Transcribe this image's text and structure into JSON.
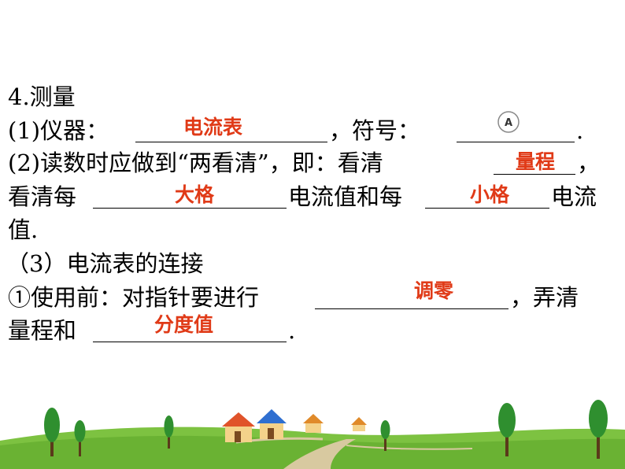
{
  "heading": "4.测量",
  "q1": {
    "prefix": "(1)仪器：",
    "middle": "，符号：",
    "end": ".",
    "answer": "电流表",
    "symbol": "A"
  },
  "q2": {
    "line1_prefix": "(2)读数时应做到“两看清”，即：看清",
    "line1_end": "，",
    "answer1": "量程",
    "line2_a": "看清每",
    "line2_b": "电流值和每",
    "line2_c": "电流",
    "answer2": "大格",
    "answer3": "小格",
    "line3": "值."
  },
  "q3": {
    "title": "（3）电流表的连接",
    "line1_prefix": "①使用前：对指针要进行",
    "line1_end": "，弄清",
    "answer1": "调零",
    "line2_prefix": "量程和",
    "line2_end": ".",
    "answer2": "分度值"
  },
  "colors": {
    "answer": "#e03a17",
    "grass": "#7dc241",
    "text": "#000000"
  }
}
